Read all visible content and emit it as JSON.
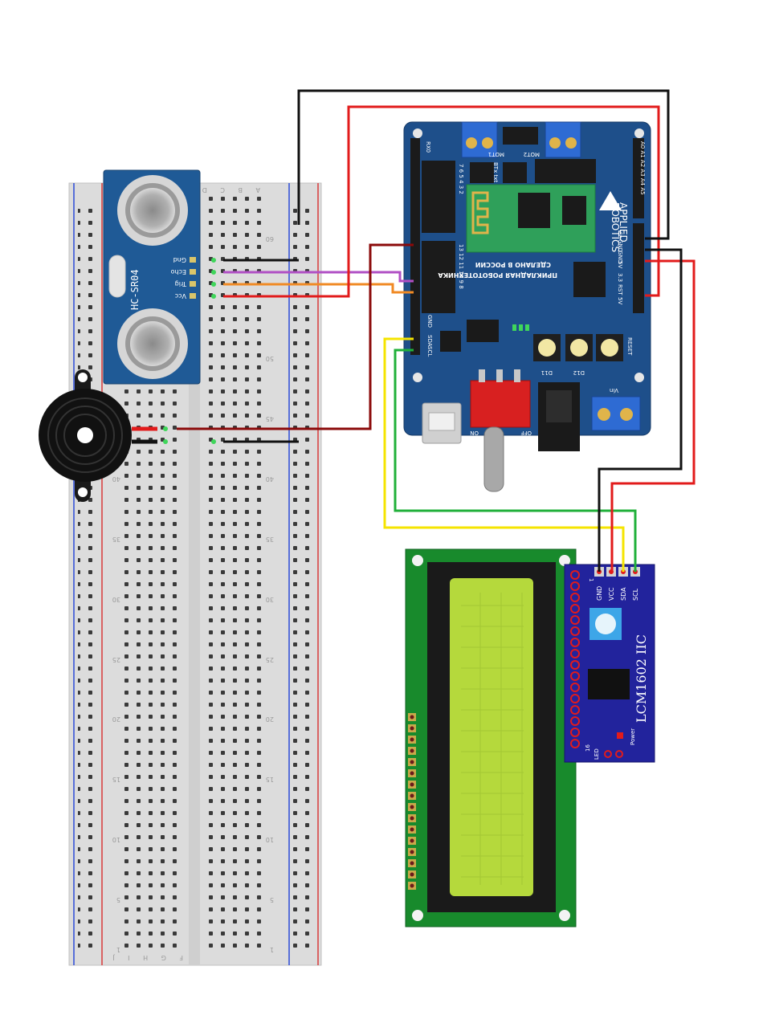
{
  "colors": {
    "wire_black": "#111111",
    "wire_red": "#e21b1b",
    "wire_darkred": "#8b0a0a",
    "wire_purple": "#b04fc4",
    "wire_orange": "#f08a24",
    "wire_yellow": "#f5e400",
    "wire_green": "#20b03a",
    "board_blue": "#1e4f8a",
    "sensor_blue": "#1f5a96",
    "lcd_green": "#188a2c",
    "lcd_screen": "#b5d93c",
    "i2c_blue": "#22239c"
  },
  "sensor": {
    "model": "HC-SR04",
    "pins": [
      "Gnd",
      "Echo",
      "Trig",
      "Vcc"
    ]
  },
  "breadboard": {
    "columns_left": "A B C D E",
    "columns_right": "F G H I J",
    "row_numbers": [
      "60",
      "50",
      "45",
      "40",
      "35",
      "30",
      "25",
      "20",
      "15",
      "10",
      "5",
      "1"
    ]
  },
  "controller": {
    "brand_line1": "APPLIED",
    "brand_line2": "ROBOTICS",
    "text_ru1": "СДЕЛАНО В РОССИИ",
    "text_ru2": "ПРИКЛАДНАЯ РОБОТОТЕХНИКА",
    "label_reset": "RESET",
    "label_d11": "D11",
    "label_d12": "D12",
    "label_on": "ON",
    "label_off": "OFF",
    "label_vin": "Vin",
    "label_analog": "A0 A1 A2 A3 A4 A5",
    "label_rx0": "RX0",
    "label_btxt": "BTx txt",
    "label_mot1": "MOT1",
    "label_mot2": "MOT2",
    "label_gnd": "GND",
    "label_sda": "SDA",
    "label_scl": "SCL",
    "label_digital": "13 12 11 10 9 8",
    "label_digital2": "7 6 5 4 3 2",
    "right_header": [
      "Vin",
      "GND",
      "GND",
      "5V",
      "3.3",
      "RST",
      "5V"
    ]
  },
  "lcd_module": {
    "label": "LCM1602 IIC",
    "pins": [
      "GND",
      "VCC",
      "SDA",
      "SCL"
    ],
    "power_label": "Power",
    "pin1_label": "1",
    "pin16_label": "16",
    "led_label": "LED"
  }
}
